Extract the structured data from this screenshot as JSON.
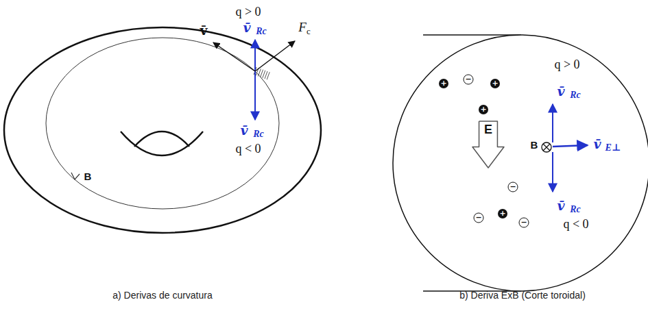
{
  "diagram": {
    "nodes": [
      {
        "text": [
          "E"
        ]
      }
    ],
    "labels": [
      "q > 0",
      "v̄",
      "Rc",
      "v̄",
      "F",
      "c",
      "B",
      "v̄",
      "Rc",
      "q < 0",
      "a) Derivas de curvatura",
      "q > 0",
      "v̄",
      "Rc",
      "B",
      "v̄",
      "E⊥",
      "v̄",
      "Rc",
      "q < 0",
      "+",
      "−",
      "+",
      "+",
      "−",
      "−",
      "+",
      "−",
      "b) Deriva ExB (Corte toroidal)"
    ]
  }
}
